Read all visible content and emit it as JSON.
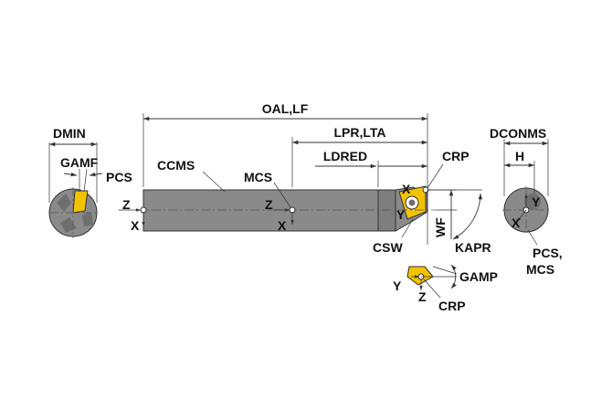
{
  "labels": {
    "oal_lf": "OAL,LF",
    "lpr_lta": "LPR,LTA",
    "ldred": "LDRED",
    "ccms": "CCMS",
    "pcs": "PCS",
    "mcs": "MCS",
    "crp": "CRP",
    "dmin": "DMIN",
    "gamf": "GAMF",
    "dconms": "DCONMS",
    "h": "H",
    "wf": "WF",
    "kapr": "KAPR",
    "csw": "CSW",
    "gamp": "GAMP",
    "pcs_mcs_line1": "PCS,",
    "pcs_mcs_line2": "MCS",
    "crp_lower": "CRP"
  },
  "axes": {
    "x": "X",
    "y": "Y",
    "z": "Z"
  },
  "colors": {
    "tool_gray": "#8a8a8a",
    "tool_dark": "#6f6f6f",
    "insert_yellow": "#f2c200",
    "insert_dark": "#b58f00",
    "line": "#333333"
  }
}
